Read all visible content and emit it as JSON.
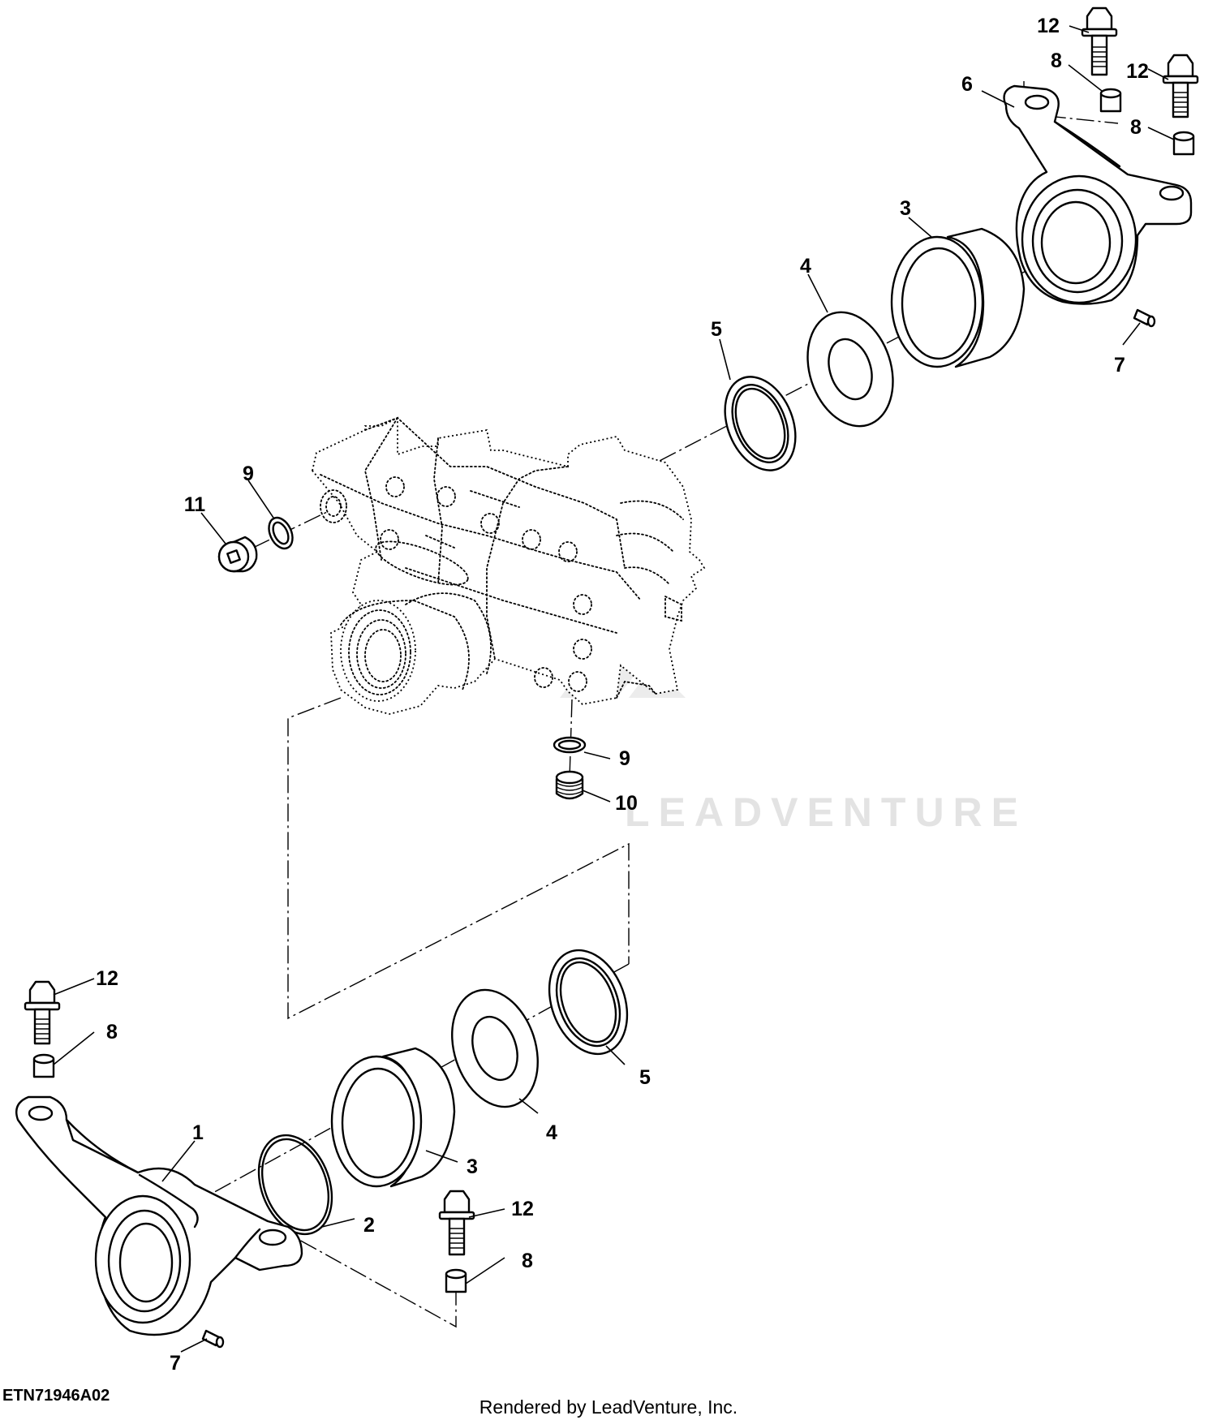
{
  "figure_id": "ETN71946A02",
  "credit": "Rendered by LeadVenture, Inc.",
  "watermark": "LEADVENTURE",
  "callouts": {
    "c12a": "12",
    "c8a": "8",
    "c12b": "12",
    "c6": "6",
    "c8b": "8",
    "c3a": "3",
    "c4a": "4",
    "c5a": "5",
    "c7a": "7",
    "c9a": "9",
    "c11": "11",
    "c9b": "9",
    "c10": "10",
    "c12c": "12",
    "c8c": "8",
    "c1": "1",
    "c5b": "5",
    "c4b": "4",
    "c3b": "3",
    "c2": "2",
    "c12d": "12",
    "c8d": "8",
    "c7b": "7"
  },
  "colors": {
    "ink": "#000000",
    "paper": "#ffffff",
    "watermark": "#e3e3e3"
  }
}
